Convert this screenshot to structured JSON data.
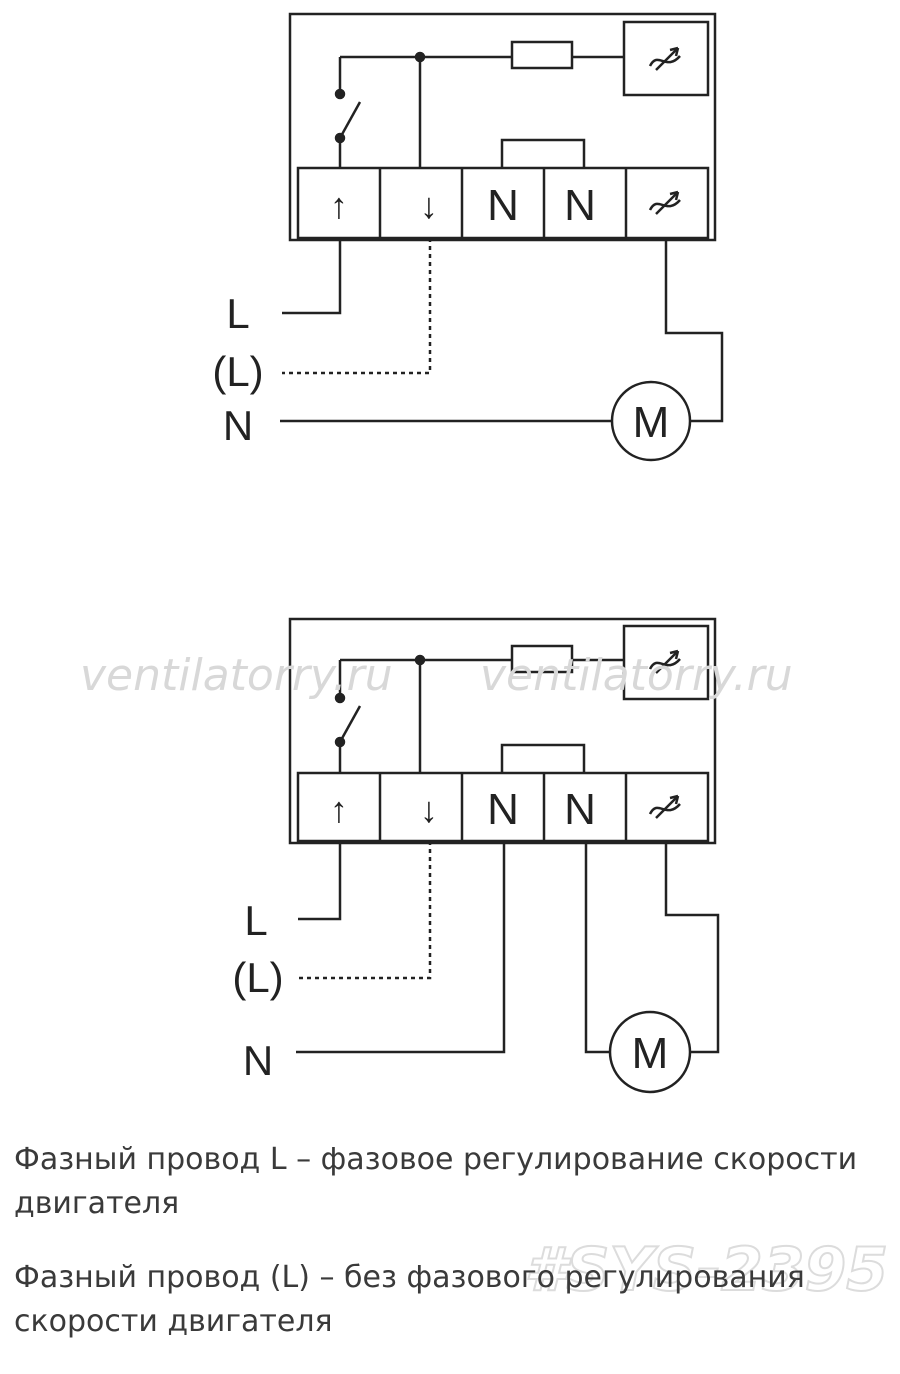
{
  "watermarks": {
    "site_left": "ventilatorry.ru",
    "site_right": "ventilatorry.ru",
    "code": "#SYS-2395"
  },
  "diagrams": [
    {
      "terminals": [
        "↑",
        "↓",
        "N",
        "N",
        "⤳"
      ],
      "lines": [
        "L",
        "(L)",
        "N"
      ],
      "motor": "M"
    },
    {
      "terminals": [
        "↑",
        "↓",
        "N",
        "N",
        "⤳"
      ],
      "lines": [
        "L",
        "(L)",
        "N"
      ],
      "motor": "M"
    }
  ],
  "notes": [
    "Фазный провод L – фазовое регулирование скорости\nдвигателя",
    "Фазный провод (L) – без фазового регулирования\nскорости двигателя"
  ]
}
